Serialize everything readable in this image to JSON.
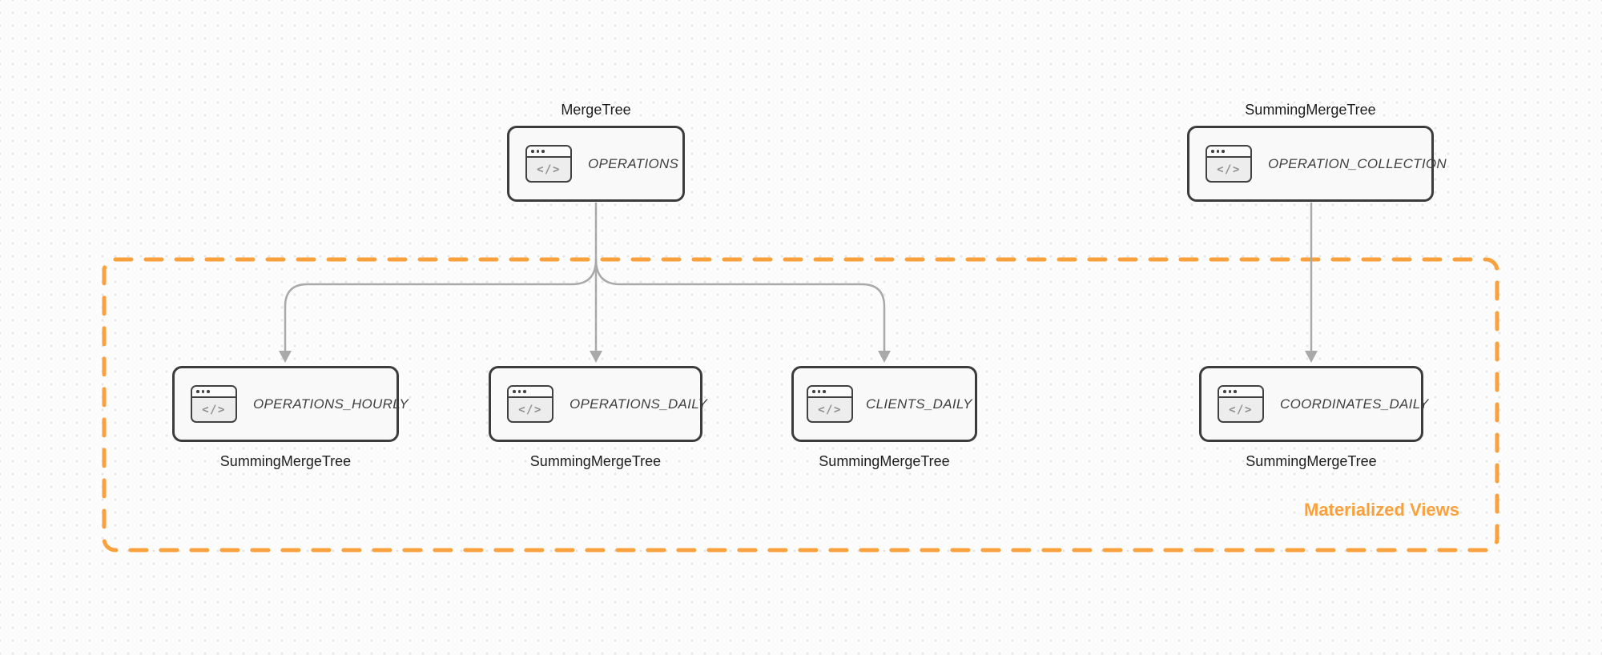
{
  "diagram": {
    "legend_label": "Materialized Views",
    "icon_glyph": "</>",
    "colors": {
      "accent_orange": "#F9A13C",
      "edge_gray": "#A9A9A9",
      "node_border": "#3C3C3C",
      "node_fill": "#F9F9F9",
      "canvas_bg": "#FCFCFC",
      "dot_grid": "#E3E3E3"
    },
    "nodes": [
      {
        "id": "operations",
        "title": "OPERATIONS",
        "engine": "MergeTree"
      },
      {
        "id": "operation_collection",
        "title": "OPERATION_COLLECTION",
        "engine": "SummingMergeTree"
      },
      {
        "id": "operations_hourly",
        "title": "OPERATIONS_HOURLY",
        "engine": "SummingMergeTree"
      },
      {
        "id": "operations_daily",
        "title": "OPERATIONS_DAILY",
        "engine": "SummingMergeTree"
      },
      {
        "id": "clients_daily",
        "title": "CLIENTS_DAILY",
        "engine": "SummingMergeTree"
      },
      {
        "id": "coordinates_daily",
        "title": "COORDINATES_DAILY",
        "engine": "SummingMergeTree"
      }
    ]
  }
}
